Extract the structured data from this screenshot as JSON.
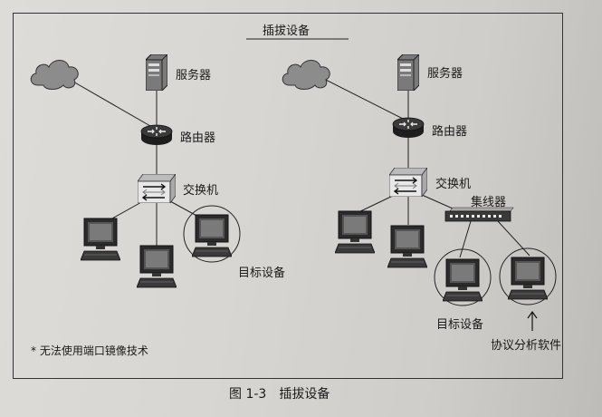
{
  "title": "插拔设备",
  "caption": "图 1-3　插拔设备",
  "note": "* 无法使用端口镜像技术",
  "left": {
    "server": "服务器",
    "router": "路由器",
    "switch": "交换机",
    "target": "目标设备"
  },
  "right": {
    "server": "服务器",
    "router": "路由器",
    "switch": "交换机",
    "hub": "集线器",
    "target": "目标设备",
    "analyzer": "协议分析软件"
  }
}
